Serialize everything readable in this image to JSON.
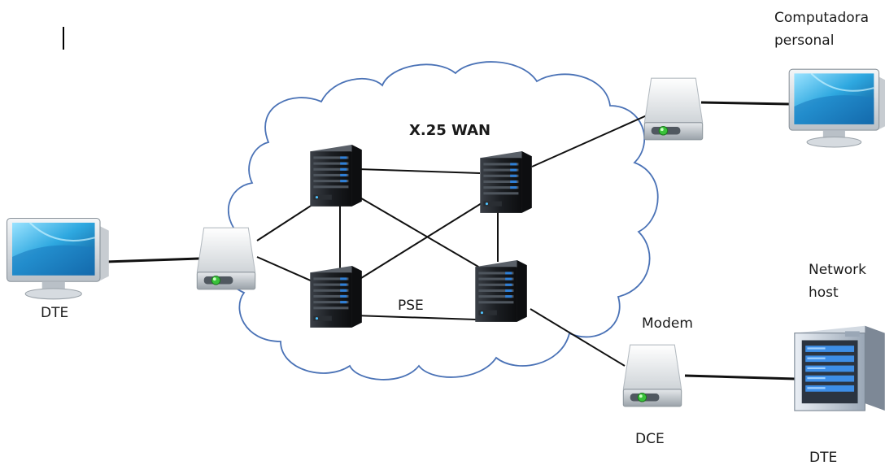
{
  "diagram": {
    "cloud_label": "X.25 WAN",
    "pse_label": "PSE",
    "left_dte_label": "DTE",
    "pc_label_line1": "Computadora",
    "pc_label_line2": "personal",
    "modem_label": "Modem",
    "network_host_line1": "Network",
    "network_host_line2": "host",
    "dce_label": "DCE",
    "right_dte_label": "DTE"
  },
  "colors": {
    "cloud_stroke": "#4a72b6",
    "link": "#111111",
    "server_body": "#1c1f24",
    "server_light": "#2f7fd6",
    "modem_led": "#39c23a"
  },
  "icons": [
    "monitor-icon",
    "modem-icon",
    "server-icon",
    "network-host-icon"
  ]
}
